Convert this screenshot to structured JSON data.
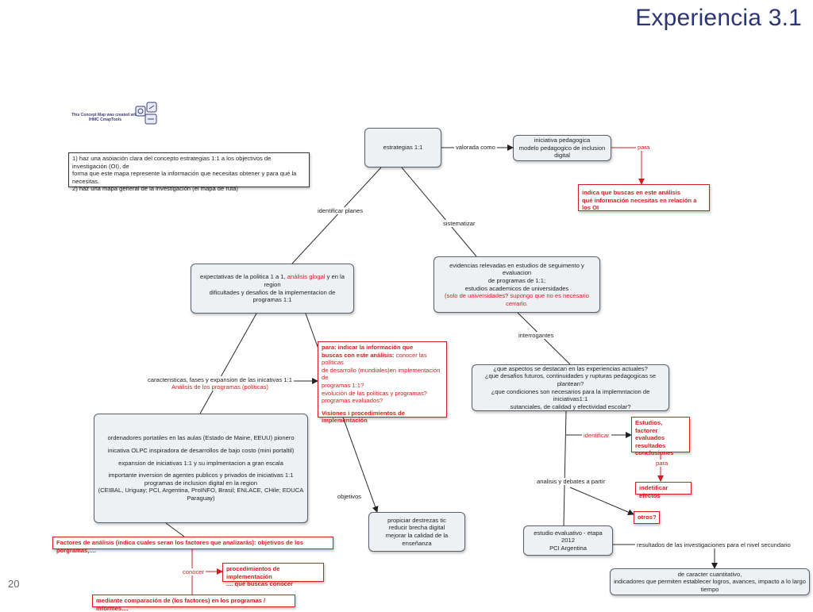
{
  "slide": {
    "title": "Experiencia 3.1",
    "page_number": "20"
  },
  "logo": {
    "line1": "This Concept Map was created with",
    "line2": "IHMC CmapTools"
  },
  "note": {
    "lines": [
      "1) haz una asoiación clara del concepto estrategias 1:1 a los objectivos de investigación (OI), de",
      "forma que este mapa represente la información que necesitas obtener y para qué la necesitas.",
      "2) haz una mapa general de la investigación (el mapa de ruta)"
    ]
  },
  "nodes": {
    "estrategias": "estrategias 1:1",
    "iniciativa": {
      "l1": "iniciativa pedagogica",
      "l2": "modelo pedagogico de inclusion digital"
    },
    "expectativas": {
      "l1a": "expectativas de la politica 1 a 1, ",
      "l1b": "análisis glogal",
      "l1c": " y en la region",
      "l2": "dificultades y desafios de la implementacion de programas 1:1"
    },
    "evidencias": {
      "l1": "evidencias relevadas en estudios de seguimento y evaluacion",
      "l2": "de programas de 1:1;",
      "l3": "estudios academicos de universidades",
      "l4": "(solo de universidades? supongo que no es necesario cerrarlo."
    },
    "preguntas": {
      "l1": "¿que aspectos se destacan en las experiencias actuales?",
      "l2": "¿que desafios futuros, continuidades y rupturas pedagogicas se plantean?",
      "l3": "¿que  condiciones son necesarios para la implemntacion de iniciativas1:1",
      "l4": "sutanciales, de calidad y efectividad escolar?"
    },
    "ordenadores": {
      "l1": "ordenadores portatiles en las aulas (Estado de Maine, EEUU) pionero",
      "l2": "inicativa OLPC inspiradora de  desarrollos de bajo costo (mini portaltil)",
      "l3": "expansion de iniciativas 1:1 y su implmentacion a gran escala",
      "l4": "importante inversion de agentes publicos y privados de iniciativas 1:1",
      "l5": "programas de inclusion digital en la region",
      "l6": "(CEIBAL, Uriguay; PCI, Argentina, ProINFO, Brasil; ENLACE, CHile; EDUCA Paraguay)"
    },
    "propiciar": {
      "l1": "propiciar destrezas tic",
      "l2": "reducir brecha digital",
      "l3": "mejorar la calidad de la enseñanza"
    },
    "estudio": {
      "l1": "estudio evaluativo - etapa  2012",
      "l2": "PCI Argentina"
    },
    "cuantitativo": {
      "l1": "de caracter cuantitativo,",
      "l2": "indicadores que permiten establecer logros, avances, impacto a lo largo tiempo"
    }
  },
  "red_boxes": {
    "indica": {
      "l1": "indica que buscas en este análisis",
      "l2": "qué información necesitas en relación a los OI"
    },
    "para_indicar": {
      "l1": "para: indicar la información que",
      "l2a": "buscas con este análisis:",
      "l2b": " conocer las políticas",
      "l3": "de desarrollo (mundiales)en implementación de",
      "l4": "programas 1:1?",
      "l5": "evolución de las políticas y programas?",
      "l6": "programas evaluados?",
      "l7": "Visiones i procedimientos de implementación"
    },
    "estudios": {
      "l1": "Estudios,",
      "l2": "factorer evaluados",
      "l3": "resultados",
      "l4": "conclusiones"
    },
    "indetificar": "indetificar efectos",
    "otros": "otros?",
    "factores": "Factores de análisis (indica cuales seran los factores que analizarás): objetivos de los porgramas,....",
    "procedimientos": {
      "l1": "procedimientos de implementación",
      "l2": ".... qué buscas conocer"
    },
    "mediante": "mediante comparación de (los factores) en los programas / informes...."
  },
  "links": {
    "valorada": "valorada como",
    "para1": "para",
    "identificar_planes": "identificar planes",
    "sistematizar": "sistematizar",
    "interrogantes": "interrogantes",
    "caracteristicas": {
      "l1": "caracteristicas, fases y expansion de las inicativas 1:1",
      "l2": "Análisis de los programas (políticas)"
    },
    "identificar": "identificar",
    "para2": "para",
    "analisis_debates": "analisis y debates a partir",
    "objetivos": "objetivos",
    "resultados": "resultados de las investigaciones para el nivel secundario",
    "conocer": "conocer"
  },
  "colors": {
    "title": "#2c3573",
    "node_border": "#59606b",
    "node_fill": "#eef1f4",
    "red": "#d11f1f",
    "line": "#2a2a2a"
  }
}
